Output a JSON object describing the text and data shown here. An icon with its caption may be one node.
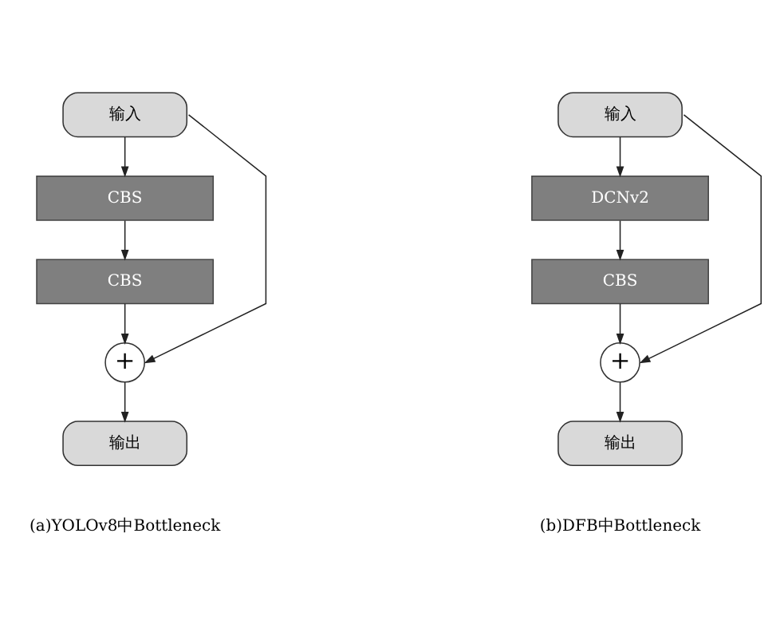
{
  "diagram": {
    "nodes": [
      {
        "text": [
          "输入"
        ]
      },
      {
        "text": [
          "CBS"
        ]
      },
      {
        "text": [
          "CBS"
        ]
      },
      {
        "text": [
          "+"
        ]
      },
      {
        "text": [
          "输出"
        ]
      },
      {
        "text": [
          "输入"
        ]
      },
      {
        "text": [
          "DCNv2"
        ]
      },
      {
        "text": [
          "CBS"
        ]
      },
      {
        "text": [
          "+"
        ]
      },
      {
        "text": [
          "输出"
        ]
      }
    ],
    "edges": [
      {
        "from": 0,
        "to": 1,
        "arrow": "to"
      },
      {
        "from": 1,
        "to": 2,
        "arrow": "to"
      },
      {
        "from": 2,
        "to": 3,
        "arrow": "to"
      },
      {
        "from": 0,
        "to": 3,
        "arrow": "to"
      },
      {
        "from": 3,
        "to": 4,
        "arrow": "to"
      },
      {
        "from": 5,
        "to": 6,
        "arrow": "to"
      },
      {
        "from": 6,
        "to": 7,
        "arrow": "to"
      },
      {
        "from": 7,
        "to": 8,
        "arrow": "to"
      },
      {
        "from": 5,
        "to": 8,
        "arrow": "to"
      },
      {
        "from": 8,
        "to": 9,
        "arrow": "to"
      }
    ],
    "labels": [
      "(a)YOLOv8中Bottleneck",
      "(b)DFB中Bottleneck"
    ]
  }
}
